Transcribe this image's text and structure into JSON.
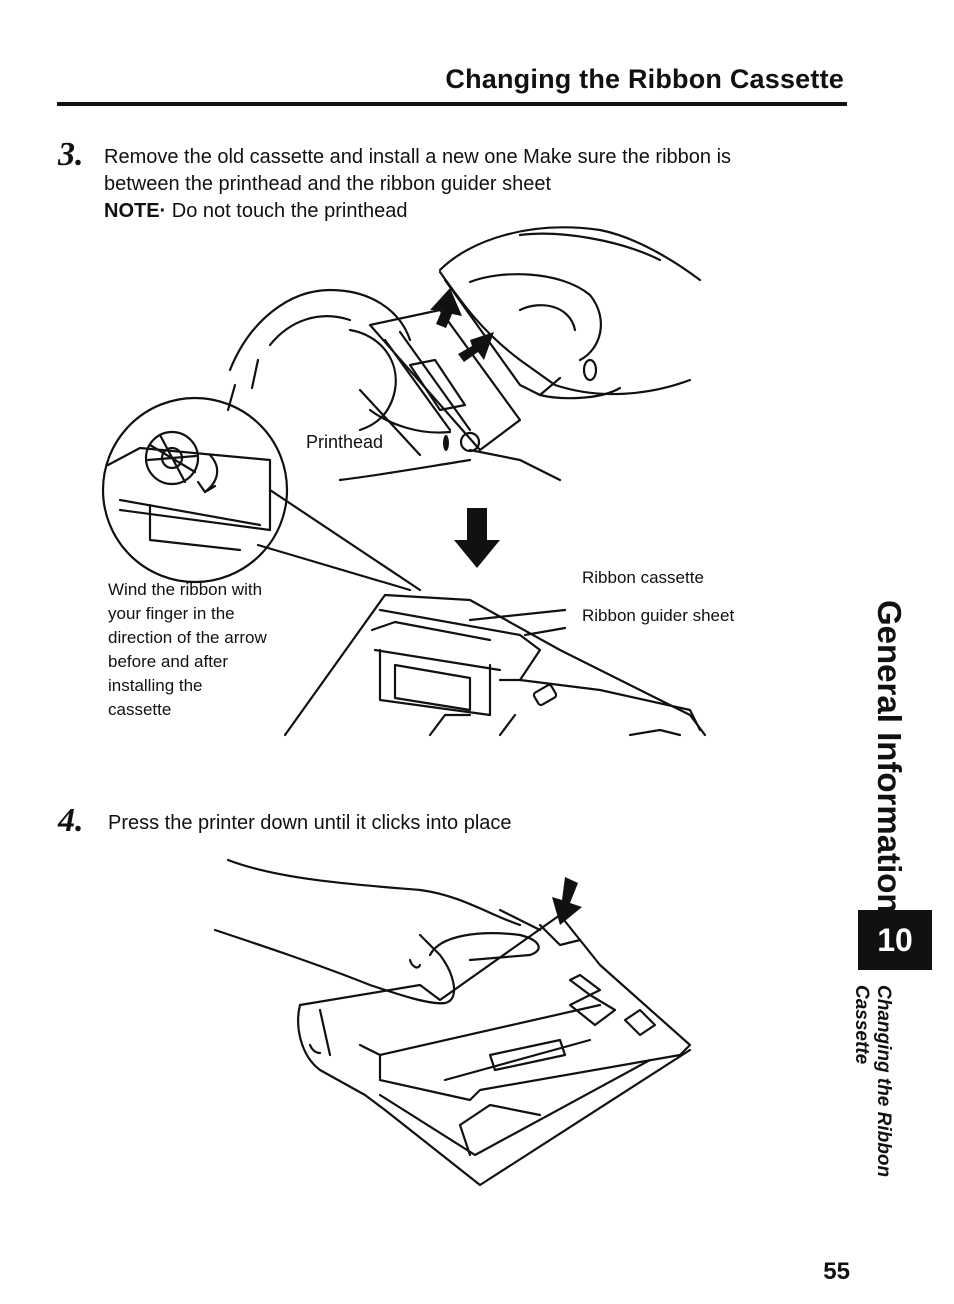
{
  "header": {
    "title": "Changing the Ribbon Cassette"
  },
  "steps": [
    {
      "number": "3.",
      "lines": [
        "Remove the old cassette and install a new one  Make sure the ribbon is",
        "between the printhead and the ribbon guider sheet"
      ],
      "note_label": "NOTE·",
      "note_text": " Do not touch the printhead"
    },
    {
      "number": "4.",
      "lines": [
        "Press the printer down until it clicks into place"
      ]
    }
  ],
  "figure1": {
    "labels": {
      "printhead": "Printhead",
      "ribbon_cassette": "Ribbon cassette",
      "ribbon_guider": "Ribbon guider sheet"
    },
    "wind_note": [
      "Wind the ribbon with",
      "your finger in the",
      "direction of the arrow",
      "before and after",
      "installing the",
      "cassette"
    ]
  },
  "sidebar": {
    "section": "General Information",
    "chapter": "10",
    "subsection_line1": "Changing the Ribbon",
    "subsection_line2": "Cassette"
  },
  "page_number": "55"
}
